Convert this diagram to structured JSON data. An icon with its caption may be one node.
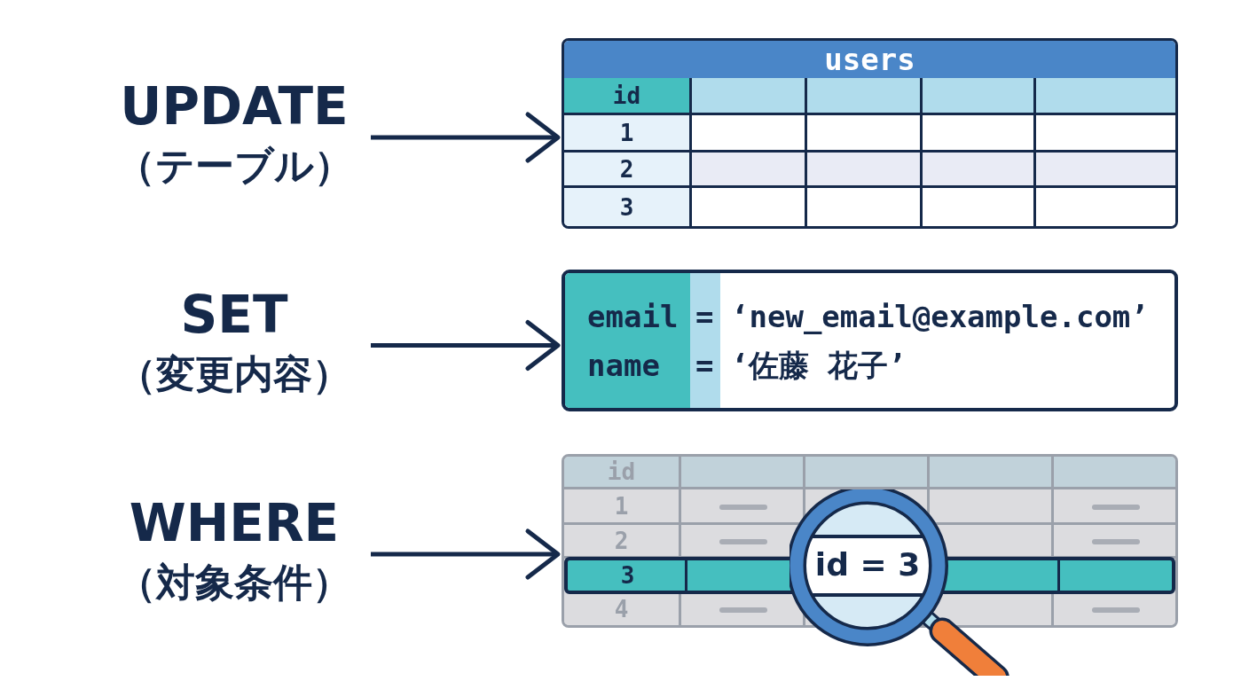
{
  "diagram": {
    "nodes": [
      {
        "text": [
          "UPDATE",
          "（テーブル）"
        ]
      },
      {
        "text": [
          "users",
          "id",
          "1",
          "2",
          "3"
        ]
      },
      {
        "text": [
          "SET",
          "（変更内容）"
        ]
      },
      {
        "text": [
          "email",
          "=",
          "‘new_email@example.com’",
          "name",
          "=",
          "‘佐藤 花子’"
        ]
      },
      {
        "text": [
          "WHERE",
          "（対象条件）"
        ]
      },
      {
        "text": [
          "id",
          "1",
          "2",
          "3",
          "4"
        ]
      },
      {
        "text": [
          "id = 3"
        ],
        "in": 5
      }
    ],
    "edges": [
      {
        "from": 0,
        "to": 1,
        "arrow": "to"
      },
      {
        "from": 2,
        "to": 3,
        "arrow": "to"
      },
      {
        "from": 4,
        "to": 5,
        "arrow": "to"
      }
    ]
  }
}
